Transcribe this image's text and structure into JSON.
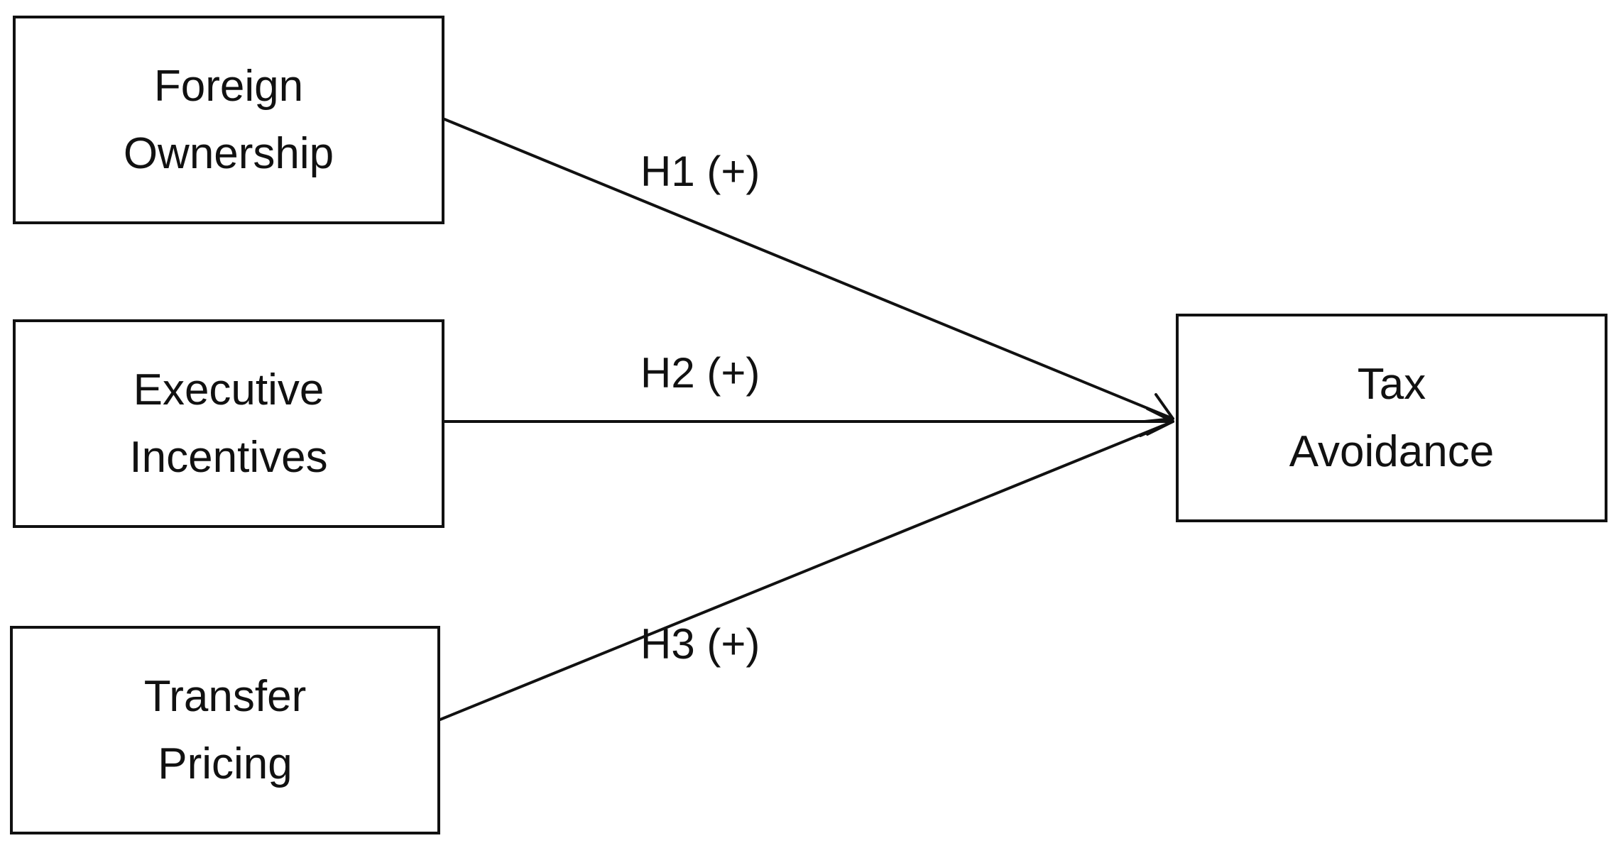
{
  "nodes": {
    "foreign_ownership": {
      "line1": "Foreign",
      "line2": "Ownership"
    },
    "executive_incentives": {
      "line1": "Executive",
      "line2": "Incentives"
    },
    "transfer_pricing": {
      "line1": "Transfer",
      "line2": "Pricing"
    },
    "tax_avoidance": {
      "line1": "Tax",
      "line2": "Avoidance"
    }
  },
  "hypotheses": [
    {
      "label": "H1 (+)",
      "from": "foreign_ownership",
      "to": "tax_avoidance"
    },
    {
      "label": "H2 (+)",
      "from": "executive_incentives",
      "to": "tax_avoidance"
    },
    {
      "label": "H3 (+)",
      "from": "transfer_pricing",
      "to": "tax_avoidance"
    }
  ],
  "colors": {
    "stroke": "#111111",
    "background": "#ffffff",
    "text": "#111111"
  }
}
